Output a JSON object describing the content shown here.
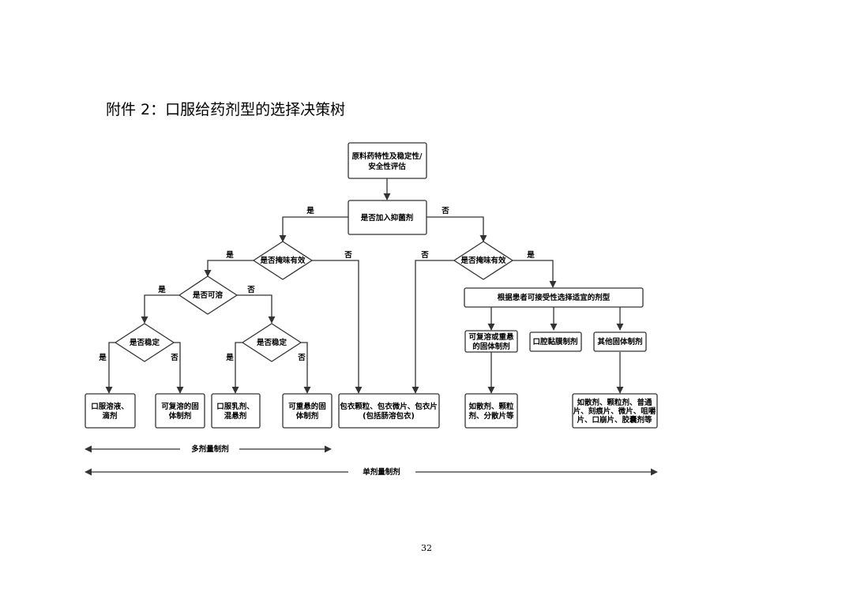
{
  "title": "附件 2：口服给药剂型的选择决策树",
  "page_number": "32",
  "nodes": {
    "root": [
      "原料药特性及稳定性/",
      "安全性评估"
    ],
    "preservative": "是否加入抑菌剂",
    "taste_left": "是否掩味有效",
    "taste_right": "是否掩味有效",
    "soluble": "是否可溶",
    "stable_left": "是否稳定",
    "stable_right": "是否稳定",
    "patient_select": "根据患者可接受性选择适宜的剂型",
    "reconst_solid": [
      "可复溶或重悬",
      "的固体制剂"
    ],
    "buccal_film": "口腔黏膜制剂",
    "other_solid": "其他固体制剂",
    "out_solution": [
      "口服溶液、",
      "滴剂"
    ],
    "out_reconst": [
      "可复溶的固",
      "体制剂"
    ],
    "out_emulsion": [
      "口服乳剂、",
      "混悬剂"
    ],
    "out_resusp": [
      "可重悬的固",
      "体制剂"
    ],
    "out_coated": [
      "包衣颗粒、包衣微片、包衣片",
      "(包括肠溶包衣)"
    ],
    "out_powder": [
      "如散剂、颗粒",
      "剂、分散片等"
    ],
    "out_other": [
      "如散剂、颗粒剂、普通",
      "片、刻痕片、微片、咀嚼",
      "片、口崩片、胶囊剂等"
    ]
  },
  "labels": {
    "yes": "是",
    "no": "否"
  },
  "ranges": {
    "multi_dose": "多剂量制剂",
    "single_dose": "单剂量制剂"
  }
}
